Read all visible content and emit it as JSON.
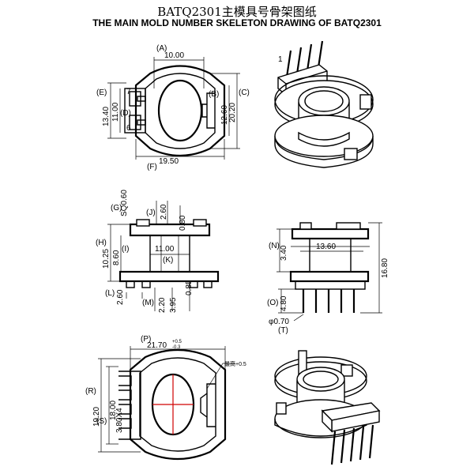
{
  "title": {
    "chinese": "BATQ2301主模具号骨架图纸",
    "english": "THE MAIN MOLD NUMBER SKELETON DRAWING OF BATQ2301"
  },
  "top_view": {
    "A_label": "(A)",
    "A_value": "10.00",
    "B_label": "(B)",
    "B_value": "12.60",
    "C_label": "(C)",
    "C_value": "20.20",
    "D_label": "(D)",
    "D_value": "11.00",
    "E_label": "(E)",
    "E_value": "13.40",
    "F_label": "(F)",
    "F_value": "19.50",
    "pin_top": "7",
    "pin_bottom": "6"
  },
  "side_view": {
    "G_label": "(G)",
    "G_value": "SQ0.60",
    "J_label": "(J)",
    "J_value": "2.60",
    "val_080": "0.80",
    "H_label": "(H)",
    "H_value": "10.25",
    "I_label": "(I)",
    "I_value": "8.60",
    "K_value": "11.00",
    "K_label": "(K)",
    "L_label": "(L)",
    "L_value": "2.60",
    "M_label": "(M)",
    "M_value": "2.20",
    "val_395": "3.95",
    "val_085": "0.85"
  },
  "front_view": {
    "N_label": "(N)",
    "N_value": "3.40",
    "width_value": "13.60",
    "height_value": "16.80",
    "O_label": "(O)",
    "O_value": "4.80",
    "pin_value": "φ0.70",
    "T_label": "(T)"
  },
  "bottom_view": {
    "P_label": "(P)",
    "P_value": "21.70",
    "P_tol_plus": "+0.5",
    "P_tol_minus": "-0.3",
    "note_text": "最高+0.5",
    "R_label": "(R)",
    "R_value": "19.20",
    "Q_value": "18.00",
    "pitch_value": "3.80X4",
    "S_label": "(S)"
  },
  "iso_top": {
    "pin_number": "1"
  }
}
